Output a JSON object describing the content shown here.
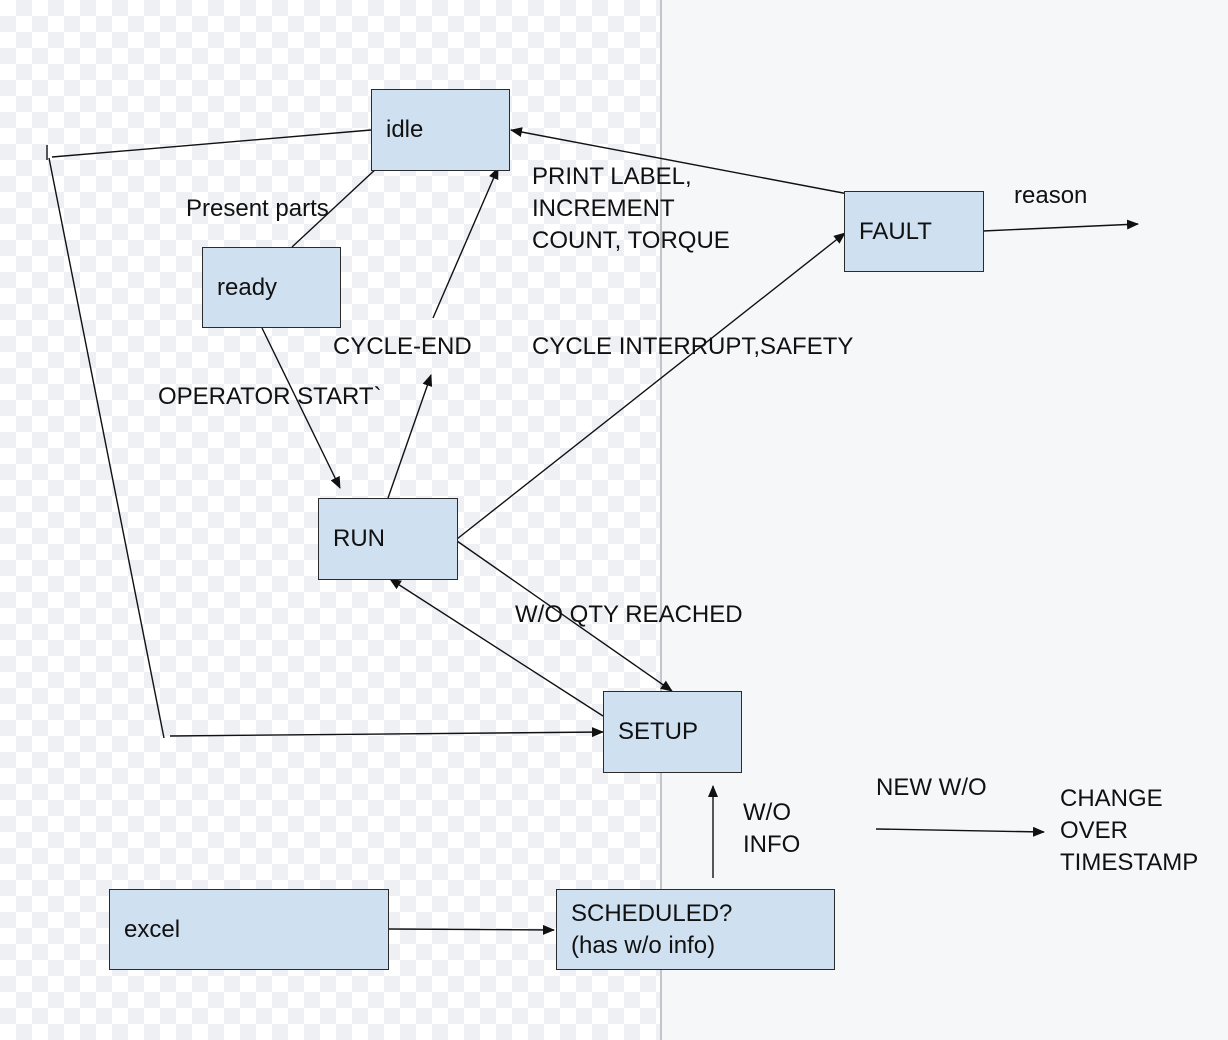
{
  "nodes": {
    "idle": "idle",
    "ready": "ready",
    "run": "RUN",
    "fault": "FAULT",
    "setup": "SETUP",
    "excel": "excel",
    "scheduled": "SCHEDULED?\n(has w/o info)"
  },
  "labels": {
    "present_parts": "Present parts",
    "print_label": "PRINT LABEL,\nINCREMENT\nCOUNT, TORQUE",
    "reason": "reason",
    "cycle_end": "CYCLE-END",
    "cycle_interrupt": "CYCLE INTERRUPT,SAFETY",
    "operator_start": "OPERATOR START`",
    "wo_qty_reached": "W/O QTY REACHED",
    "wo_info": "W/O\nINFO",
    "new_wo": "NEW W/O",
    "change_over": "CHANGE\nOVER\nTIMESTAMP"
  },
  "colors": {
    "node_fill": "#cfe0f1",
    "stroke": "#111111",
    "panel_divider": "#c3c5c9"
  }
}
